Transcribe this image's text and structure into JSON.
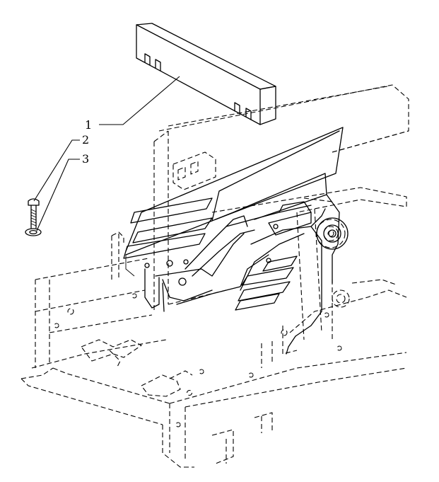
{
  "callouts": [
    {
      "number": "1"
    },
    {
      "number": "2"
    },
    {
      "number": "3"
    }
  ],
  "colors": {
    "line": "#000000",
    "background": "#ffffff"
  }
}
